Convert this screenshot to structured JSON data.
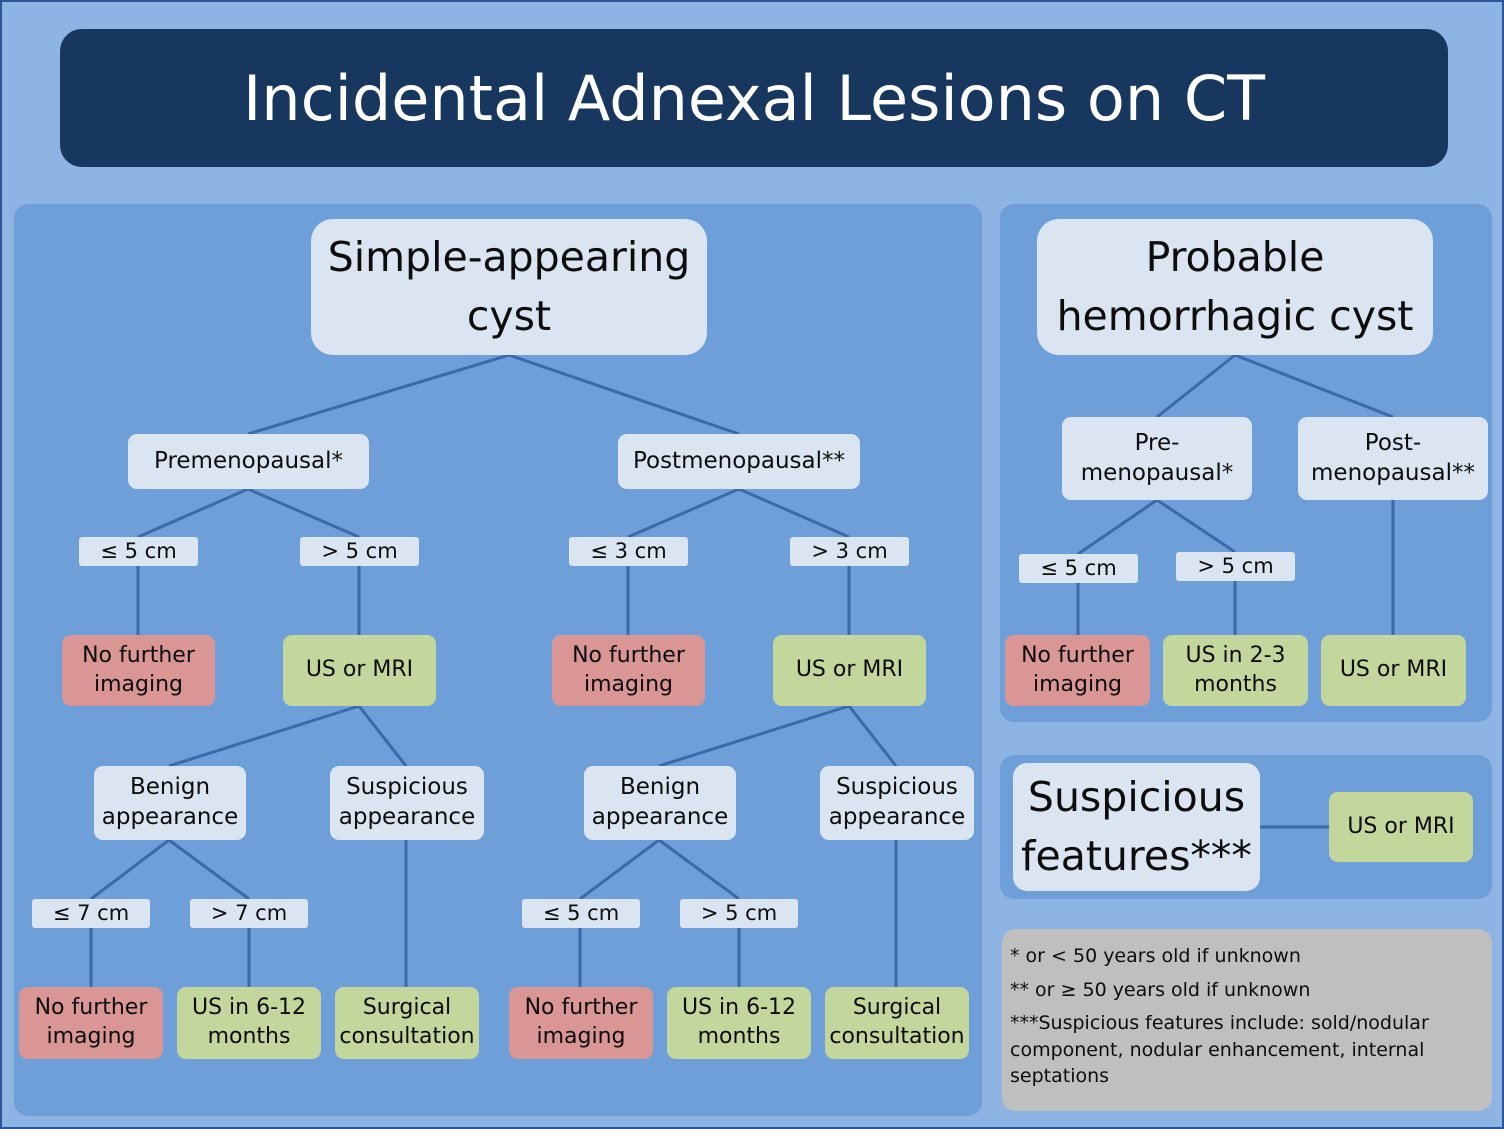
{
  "title": "Incidental Adnexal Lesions on CT",
  "simple": {
    "root": "Simple-appearing cyst",
    "premenopausal": "Premenopausal*",
    "postmenopausal": "Postmenopausal**",
    "pre_small": "≤ 5 cm",
    "pre_large": "> 5 cm",
    "post_small": "≤ 3 cm",
    "post_large": "> 3 cm",
    "no_further_1": "No further imaging",
    "us_mri_1": "US or MRI",
    "no_further_2": "No further imaging",
    "us_mri_2": "US or MRI",
    "benign_1": "Benign appearance",
    "suspicious_1": "Suspicious appearance",
    "benign_2": "Benign appearance",
    "suspicious_2": "Suspicious appearance",
    "b1_small": "≤ 7 cm",
    "b1_large": "> 7 cm",
    "b2_small": "≤ 5 cm",
    "b2_large": "> 5 cm",
    "no_further_3": "No further imaging",
    "us_6_12_1": "US in 6-12 months",
    "surgical_1": "Surgical consultation",
    "no_further_4": "No further imaging",
    "us_6_12_2": "US in 6-12 months",
    "surgical_2": "Surgical consultation"
  },
  "hemorrhagic": {
    "root": "Probable hemorrhagic cyst",
    "pre": "Pre-menopausal*",
    "post": "Post-menopausal**",
    "small": "≤ 5 cm",
    "large": "> 5 cm",
    "no_further": "No further imaging",
    "us_2_3": "US in 2-3 months",
    "us_mri": "US or MRI"
  },
  "suspicious": {
    "root": "Suspicious features***",
    "us_mri": "US or MRI"
  },
  "notes": [
    "* or < 50 years old if unknown",
    "** or ≥ 50 years old if unknown",
    "***Suspicious features include: sold/nodular component, nodular enhancement, internal septations"
  ],
  "colors": {
    "background": "#8eb4e3",
    "title_bar": "#17375e",
    "panel": "#6f9fd8",
    "node_light": "#dbe5f1",
    "node_red": "#d99694",
    "node_green": "#c3d69b",
    "notes_box": "#bfbfbf",
    "connector": "#3a6aa8"
  }
}
